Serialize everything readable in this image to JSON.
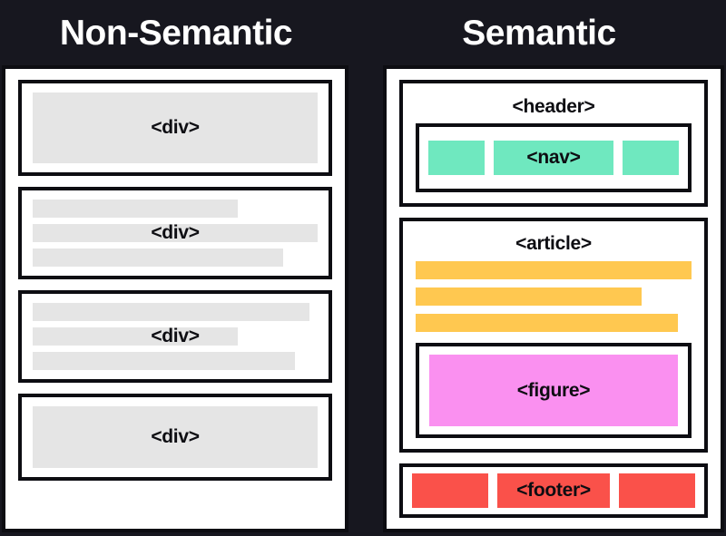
{
  "meta": {
    "background_color": "#17171f",
    "outline_color": "#0d0d12",
    "panel_color": "#ffffff"
  },
  "columns": [
    {
      "id": "non-semantic",
      "title": "Non-Semantic",
      "title_color": "#ffffff",
      "blocks": [
        {
          "label": "<div>",
          "accent_color": "#e5e5e5",
          "bars": [
            {
              "width_pct": 100,
              "tall": true
            }
          ]
        },
        {
          "label": "<div>",
          "accent_color": "#e5e5e5",
          "bars": [
            {
              "width_pct": 72,
              "tall": false
            },
            {
              "width_pct": 100,
              "tall": false
            },
            {
              "width_pct": 88,
              "tall": false
            }
          ]
        },
        {
          "label": "<div>",
          "accent_color": "#e5e5e5",
          "bars": [
            {
              "width_pct": 97,
              "tall": false
            },
            {
              "width_pct": 72,
              "tall": false
            },
            {
              "width_pct": 92,
              "tall": false
            }
          ]
        },
        {
          "label": "<div>",
          "accent_color": "#e5e5e5",
          "bars": [
            {
              "width_pct": 100,
              "tall": true
            }
          ]
        }
      ]
    },
    {
      "id": "semantic",
      "title": "Semantic",
      "title_color": "#ffffff",
      "header": {
        "label": "<header>",
        "nav": {
          "label": "<nav>",
          "accent_color": "#6fe8bf",
          "items": [
            {
              "kind": "small",
              "label": ""
            },
            {
              "kind": "wide",
              "label": "<nav>"
            },
            {
              "kind": "small",
              "label": ""
            }
          ]
        }
      },
      "article": {
        "label": "<article>",
        "accent_color": "#ffc850",
        "bars": [
          {
            "width_pct": 100
          },
          {
            "width_pct": 82
          },
          {
            "width_pct": 95
          }
        ],
        "figure": {
          "label": "<figure>",
          "accent_color": "#fa90f0"
        }
      },
      "footer": {
        "label": "<footer>",
        "accent_color": "#fa514a",
        "items": [
          {
            "kind": "small",
            "label": ""
          },
          {
            "kind": "wide",
            "label": "<footer>"
          },
          {
            "kind": "small",
            "label": ""
          }
        ]
      }
    }
  ]
}
